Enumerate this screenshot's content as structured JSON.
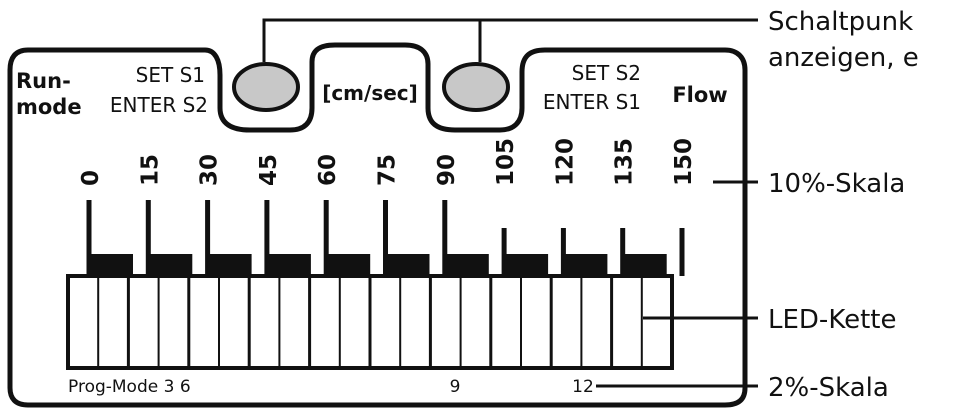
{
  "panel": {
    "left_label_line1": "Run-",
    "left_label_line2": "mode",
    "left_keys_line1": "SET S1",
    "left_keys_line2": "ENTER S2",
    "unit_label": "[cm/sec]",
    "right_keys_line1": "SET S2",
    "right_keys_line2": "ENTER S1",
    "right_label": "Flow",
    "scale_10pct": [
      "0",
      "15",
      "30",
      "45",
      "60",
      "75",
      "90",
      "105",
      "120",
      "135",
      "150"
    ],
    "prog_mode_label": "Prog-Mode 3 6",
    "scale_2pct_9": "9",
    "scale_2pct_12": "12"
  },
  "callouts": {
    "switchpoint_line1": "Schaltpunk",
    "switchpoint_line2": "anzeigen, e",
    "scale10": "10%-Skala",
    "led_chain": "LED-Kette",
    "scale2": "2%-Skala"
  },
  "colors": {
    "ink": "#111111",
    "button_fill": "#c8c8c8",
    "background": "#ffffff"
  }
}
